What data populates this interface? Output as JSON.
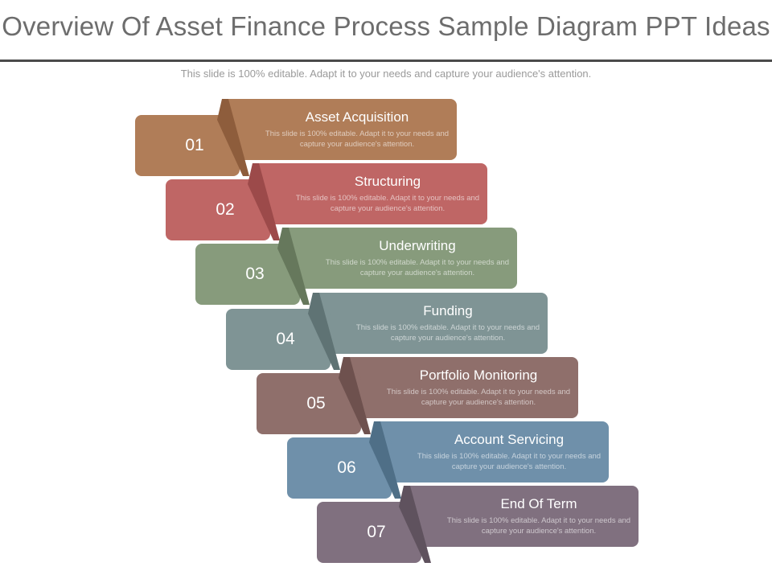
{
  "title": "Overview Of Asset Finance Process Sample Diagram PPT Ideas",
  "subtitle": "This slide is 100% editable. Adapt it to your needs and capture your audience's attention.",
  "steps": [
    {
      "number": "01",
      "title": "Asset Acquisition",
      "description": "This slide is 100% editable. Adapt it to your needs and capture your audience's attention.",
      "color": "#b07d58",
      "fold_color": "#8e5d3c"
    },
    {
      "number": "02",
      "title": "Structuring",
      "description": "This slide is 100% editable. Adapt it to your needs and capture your audience's attention.",
      "color": "#bf6665",
      "fold_color": "#9c4a4a"
    },
    {
      "number": "03",
      "title": "Underwriting",
      "description": "This slide is 100% editable. Adapt it to your needs and capture your audience's attention.",
      "color": "#879b7c",
      "fold_color": "#66785c"
    },
    {
      "number": "04",
      "title": "Funding",
      "description": "This slide is 100% editable. Adapt it to your needs and capture your audience's attention.",
      "color": "#7f9495",
      "fold_color": "#5f7374"
    },
    {
      "number": "05",
      "title": "Portfolio Monitoring",
      "description": "This slide is 100% editable. Adapt it to your needs and capture your audience's attention.",
      "color": "#8f6f6b",
      "fold_color": "#6e514e"
    },
    {
      "number": "06",
      "title": "Account Servicing",
      "description": "This slide is 100% editable. Adapt it to your needs and capture your audience's attention.",
      "color": "#6f90aa",
      "fold_color": "#4f6f87"
    },
    {
      "number": "07",
      "title": "End Of Term",
      "description": "This slide is 100% editable. Adapt it to your needs and capture your audience's attention.",
      "color": "#80707f",
      "fold_color": "#5f525e"
    }
  ]
}
